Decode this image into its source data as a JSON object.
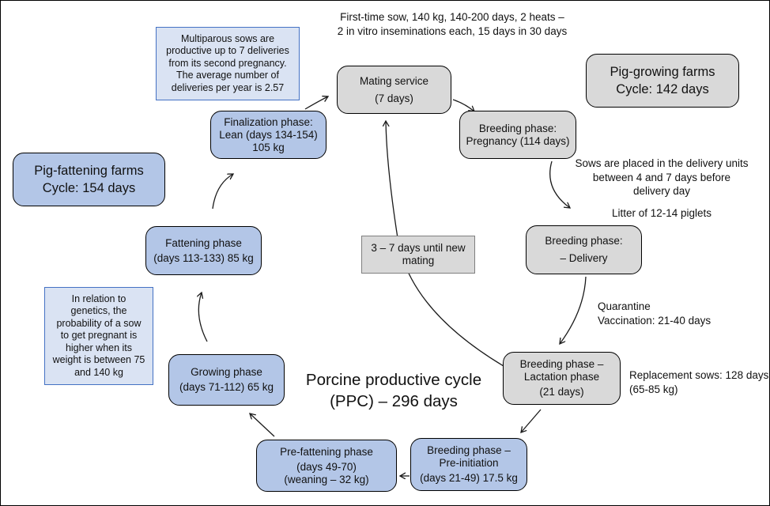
{
  "title": {
    "line1": "Porcine productive cycle",
    "line2": "(PPC) – 296 days"
  },
  "colors": {
    "phase_blue_fill": "#b3c6e7",
    "note_fill": "#dae3f3",
    "note_border": "#4472c4",
    "gray_fill": "#d9d9d9",
    "gray_flag_border": "#7f7f7f",
    "box_border": "#000000"
  },
  "nodes": {
    "mating": {
      "lines": [
        "Mating service",
        "(7 days)"
      ]
    },
    "pregnancy": {
      "lines": [
        "Breeding phase:",
        "Pregnancy (114 days)"
      ]
    },
    "delivery": {
      "lines": [
        "Breeding phase:",
        "–  Delivery"
      ]
    },
    "lactation": {
      "lines": [
        "Breeding phase –",
        "Lactation phase",
        "(21 days)"
      ]
    },
    "preinitiation": {
      "lines": [
        "Breeding phase –",
        "Pre-initiation",
        "(days 21-49) 17.5 kg"
      ]
    },
    "prefattening": {
      "lines": [
        "Pre-fattening phase",
        "(days 49-70)",
        "(weaning – 32 kg)"
      ]
    },
    "growing": {
      "lines": [
        "Growing phase",
        "(days 71-112) 65 kg"
      ]
    },
    "fattening": {
      "lines": [
        "Fattening phase",
        "(days 113-133) 85 kg"
      ]
    },
    "finalization": {
      "lines": [
        "Finalization phase:",
        "Lean (days 134-154)",
        "105 kg"
      ]
    },
    "pig_growing": {
      "lines": [
        "Pig-growing farms",
        "Cycle: 142 days"
      ]
    },
    "pig_fattening": {
      "lines": [
        "Pig-fattening farms",
        "Cycle: 154 days"
      ]
    },
    "new_mating": {
      "lines": [
        "3 – 7 days until new",
        "mating"
      ]
    }
  },
  "notes": {
    "multiparous": {
      "lines": [
        "Multiparous sows are",
        "productive up to 7 deliveries",
        "from its second pregnancy.",
        "The average number of",
        "deliveries per year is 2.57"
      ]
    },
    "genetics": {
      "lines": [
        "In relation to",
        "genetics, the",
        "probability of a sow",
        "to get pregnant is",
        "higher when its",
        "weight is between 75",
        "and 140 kg"
      ]
    }
  },
  "labels": {
    "first_time_sow": {
      "lines": [
        "First-time sow, 140 kg, 140-200 days, 2 heats –",
        "2 in vitro inseminations each, 15 days in 30 days"
      ]
    },
    "sows_placed": {
      "lines": [
        "Sows are placed in the delivery units",
        "between 4 and 7 days before",
        "delivery day"
      ]
    },
    "litter": "Litter of 12-14 piglets",
    "quarantine": {
      "lines": [
        "Quarantine",
        "Vaccination: 21-40 days"
      ]
    },
    "replacement": {
      "lines": [
        "Replacement sows: 128 days",
        "(65-85 kg)"
      ]
    }
  }
}
